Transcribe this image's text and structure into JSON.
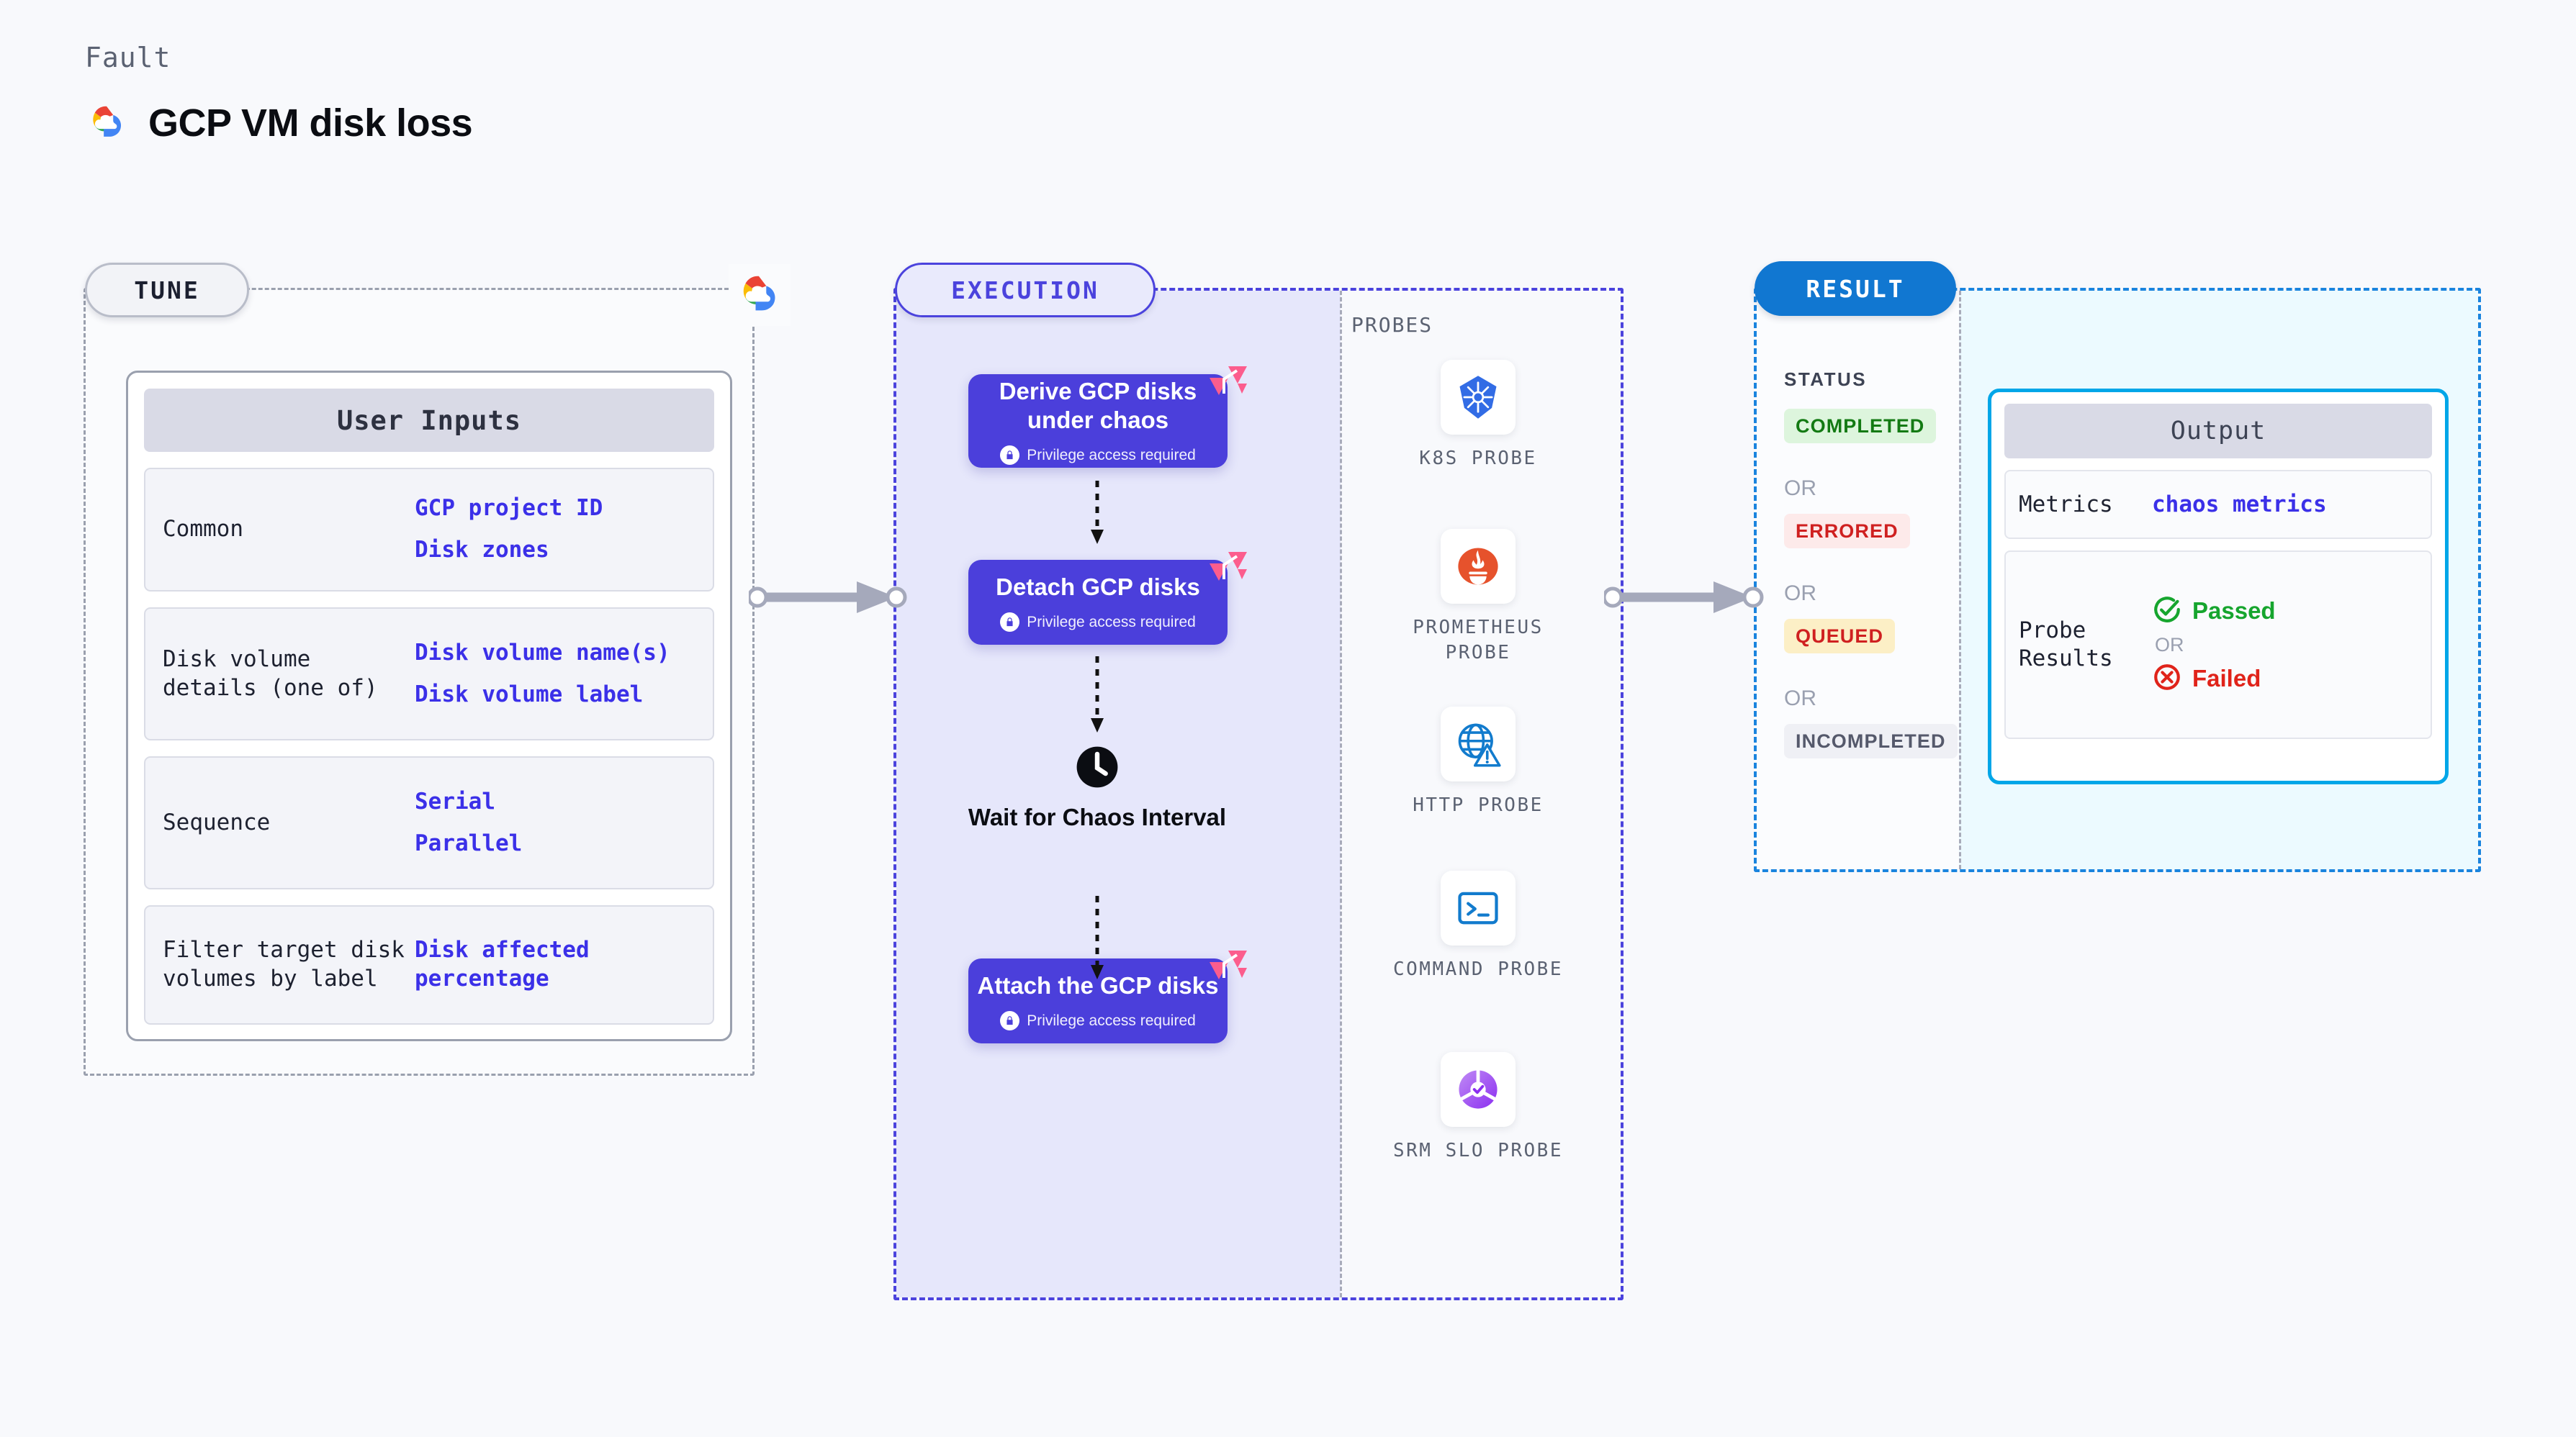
{
  "header": {
    "kicker": "Fault",
    "title": "GCP VM disk loss",
    "logo_icon": "gcp-cloud-logo"
  },
  "tune": {
    "tab_label": "TUNE",
    "provider_icon": "gcp-cloud-logo",
    "card_title": "User Inputs",
    "rows": [
      {
        "key": "Common",
        "values": [
          "GCP project ID",
          "Disk zones"
        ]
      },
      {
        "key": "Disk volume details (one of)",
        "values": [
          "Disk volume name(s)",
          "Disk volume label"
        ]
      },
      {
        "key": "Sequence",
        "values": [
          "Serial",
          "Parallel"
        ]
      },
      {
        "key": "Filter target disk volumes by label",
        "values": [
          "Disk affected percentage"
        ]
      }
    ]
  },
  "execution": {
    "tab_label": "EXECUTION",
    "privilege_note": "Privilege access required",
    "nodes": [
      {
        "title": "Derive GCP disks under chaos",
        "privileged": true,
        "badge_icon": "litmus-corner-icon"
      },
      {
        "title": "Detach GCP disks",
        "privileged": true,
        "badge_icon": "litmus-corner-icon"
      },
      {
        "title": "Wait for Chaos Interval",
        "privileged": false,
        "badge_icon": "clock-icon"
      },
      {
        "title": "Attach the GCP disks",
        "privileged": true,
        "badge_icon": "litmus-corner-icon"
      }
    ]
  },
  "probes": {
    "section_label": "PROBES",
    "items": [
      {
        "label": "K8S PROBE",
        "icon": "kubernetes-icon"
      },
      {
        "label": "PROMETHEUS PROBE",
        "icon": "prometheus-icon"
      },
      {
        "label": "HTTP PROBE",
        "icon": "http-globe-icon"
      },
      {
        "label": "COMMAND PROBE",
        "icon": "terminal-icon"
      },
      {
        "label": "SRM SLO PROBE",
        "icon": "srm-slo-icon"
      }
    ]
  },
  "result": {
    "tab_label": "RESULT",
    "status_title": "STATUS",
    "or_label": "OR",
    "statuses": [
      {
        "label": "COMPLETED",
        "bg": "#ddf5dd",
        "fg": "#137a13"
      },
      {
        "label": "ERRORED",
        "bg": "#fdeaea",
        "fg": "#cf2020"
      },
      {
        "label": "QUEUED",
        "bg": "#fcefc6",
        "fg": "#cf2020"
      },
      {
        "label": "INCOMPLETED",
        "bg": "#eff0f5",
        "fg": "#55596b"
      }
    ],
    "output": {
      "card_title": "Output",
      "metrics_key": "Metrics",
      "metrics_value": "chaos metrics",
      "probe_key": "Probe Results",
      "passed_label": "Passed",
      "failed_label": "Failed",
      "or_label": "OR",
      "passed_icon": "check-circle-icon",
      "failed_icon": "x-circle-icon"
    }
  },
  "colors": {
    "accent_purple": "#4b3fdb",
    "accent_blue": "#1177d1",
    "accent_cyan": "#00a6e8",
    "link_blue": "#3b30e8",
    "litmus_pink": "#fc5d8d",
    "pass_green": "#16a52e",
    "fail_red": "#e0231a"
  },
  "connectors": [
    {
      "name": "tune-to-execution"
    },
    {
      "name": "execution-to-result"
    }
  ]
}
